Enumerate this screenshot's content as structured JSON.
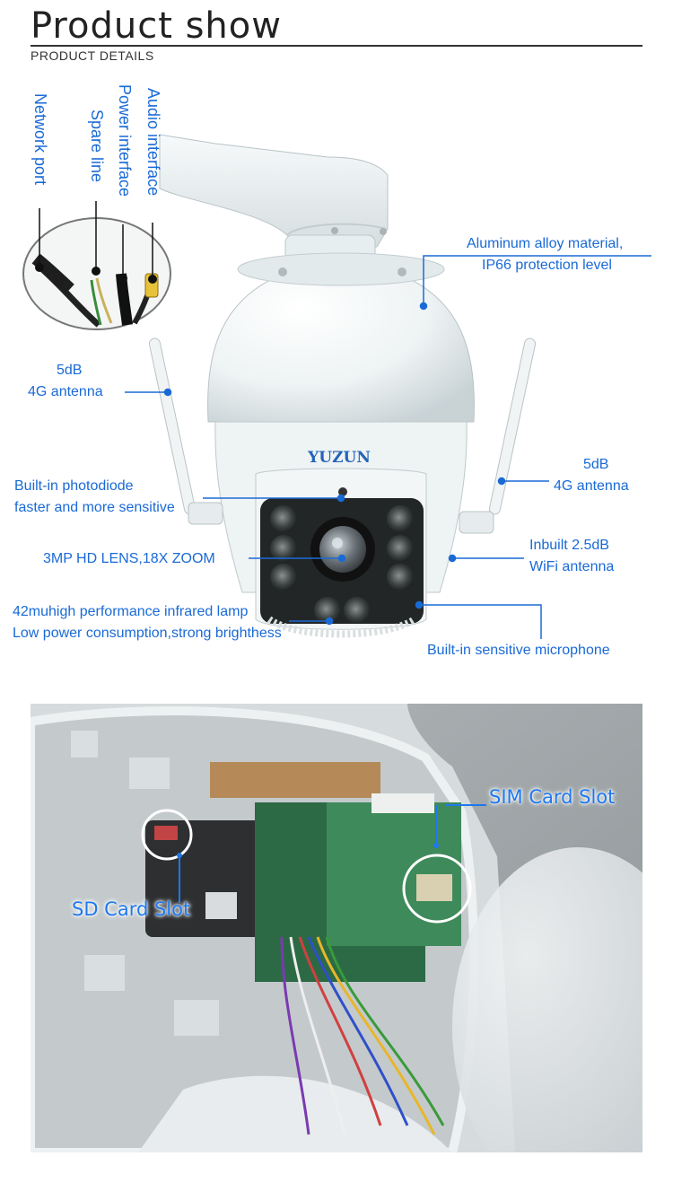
{
  "header": {
    "title": "Product show",
    "subtitle": "PRODUCT  DETAILS"
  },
  "interface_cable": {
    "labels": [
      "Network port",
      "Spare line",
      "Power interface",
      "Audio interface"
    ]
  },
  "callouts": {
    "housing": [
      "Aluminum alloy material,",
      "IP66 protection level"
    ],
    "antenna_left": [
      "5dB",
      "4G antenna"
    ],
    "antenna_right": [
      "5dB",
      "4G antenna"
    ],
    "photodiode": [
      "Built-in photodiode",
      "faster and more sensitive"
    ],
    "lens": "3MP HD LENS,18X ZOOM",
    "wifi": [
      "Inbuilt 2.5dB",
      "WiFi antenna"
    ],
    "infrared": [
      "42muhigh performance infrared lamp",
      "Low power consumption,strong brighthess"
    ],
    "microphone": "Built-in sensitive microphone"
  },
  "camera": {
    "brand": "YUZUN"
  },
  "board_photo": {
    "sim_label": "SIM Card Slot",
    "sd_label": "SD Card Slot"
  },
  "colors": {
    "accent": "#1a6ad6",
    "slot_label": "#1e78ee"
  }
}
